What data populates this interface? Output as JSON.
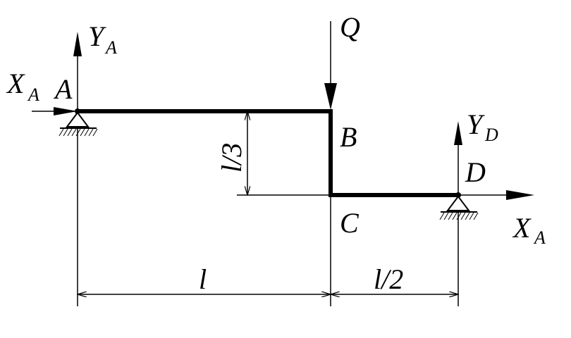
{
  "labels": {
    "point_a": "A",
    "point_b": "B",
    "point_c": "C",
    "point_d": "D",
    "force_q": "Q",
    "ya_main": "Y",
    "ya_sub": "A",
    "xa_left_main": "X",
    "xa_left_sub": "A",
    "yd_main": "Y",
    "yd_sub": "D",
    "xa_right_main": "X",
    "xa_right_sub": "A"
  },
  "dimensions": {
    "ab_length": "l",
    "cd_length": "l/2",
    "bc_height": "l/3"
  }
}
